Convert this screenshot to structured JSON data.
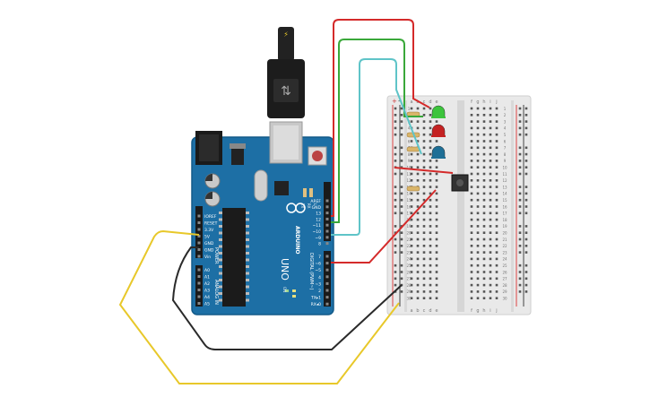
{
  "arduino": {
    "brand": "ARDUINO",
    "model": "UNO",
    "power_header_label": "POWER",
    "analog_header_label": "ANALOG IN",
    "digital_header_label": "DIGITAL (PWM~)",
    "power_pins": [
      "IOREF",
      "RESET",
      "3.3V",
      "5V",
      "GND",
      "GND",
      "Vin"
    ],
    "analog_pins": [
      "A0",
      "A1",
      "A2",
      "A3",
      "A4",
      "A5"
    ],
    "digital_top_pins": [
      "AREF",
      "GND",
      "13",
      "12",
      "~11",
      "~10",
      "~9",
      "8"
    ],
    "digital_bottom_pins": [
      "7",
      "~6",
      "~5",
      "4",
      "~3",
      "2",
      "TX▸1",
      "RX◂0"
    ],
    "led_labels": [
      "TX",
      "RX",
      "L",
      "ON"
    ],
    "board_color": "#1d6fa5"
  },
  "breadboard": {
    "column_letters_left": [
      "a",
      "b",
      "c",
      "d",
      "e"
    ],
    "column_letters_right": [
      "f",
      "g",
      "h",
      "i",
      "j"
    ],
    "row_numbers": [
      "1",
      "2",
      "3",
      "4",
      "5",
      "6",
      "7",
      "8",
      "9",
      "10",
      "11",
      "12",
      "13",
      "14",
      "15",
      "16",
      "17",
      "18",
      "19",
      "20",
      "21",
      "22",
      "23",
      "24",
      "25",
      "26",
      "27",
      "28",
      "29",
      "30"
    ],
    "rail_plus": "+",
    "rail_minus": "-"
  },
  "components": {
    "leds": [
      {
        "name": "green-led",
        "color": "#3cc43c"
      },
      {
        "name": "red-led",
        "color": "#c42222"
      },
      {
        "name": "blue-led",
        "color": "#1e6f96"
      }
    ],
    "button": {
      "name": "pushbutton",
      "color": "#555555"
    }
  },
  "wires": {
    "red": "#d42a2a",
    "green": "#3aa83a",
    "cyan": "#5fc4c8",
    "black": "#2a2a2a",
    "yellow": "#e8c82a"
  }
}
